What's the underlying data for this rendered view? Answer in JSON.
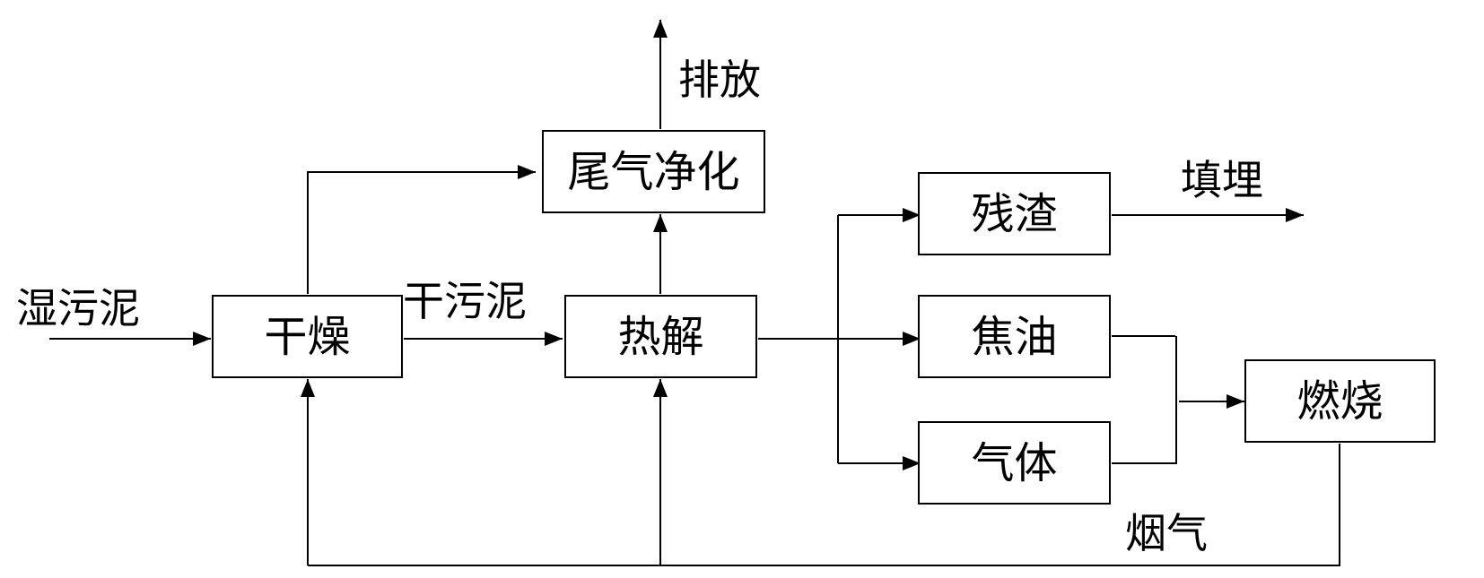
{
  "diagram": {
    "nodes": {
      "drying": "干燥",
      "pyrolysis": "热解",
      "tail_gas_purification": "尾气净化",
      "residue": "残渣",
      "tar": "焦油",
      "gas": "气体",
      "combustion": "燃烧"
    },
    "labels": {
      "wet_sludge": "湿污泥",
      "dry_sludge": "干污泥",
      "discharge": "排放",
      "landfill": "填埋",
      "flue_gas": "烟气"
    }
  }
}
